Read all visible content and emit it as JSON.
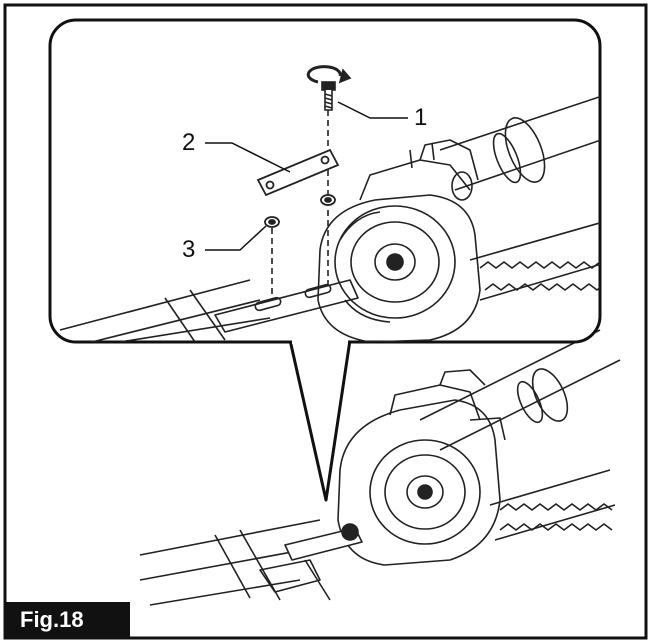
{
  "figure": {
    "label": "Fig.18",
    "callouts": [
      {
        "id": "1",
        "text": "1"
      },
      {
        "id": "2",
        "text": "2"
      },
      {
        "id": "3",
        "text": "3"
      }
    ]
  }
}
